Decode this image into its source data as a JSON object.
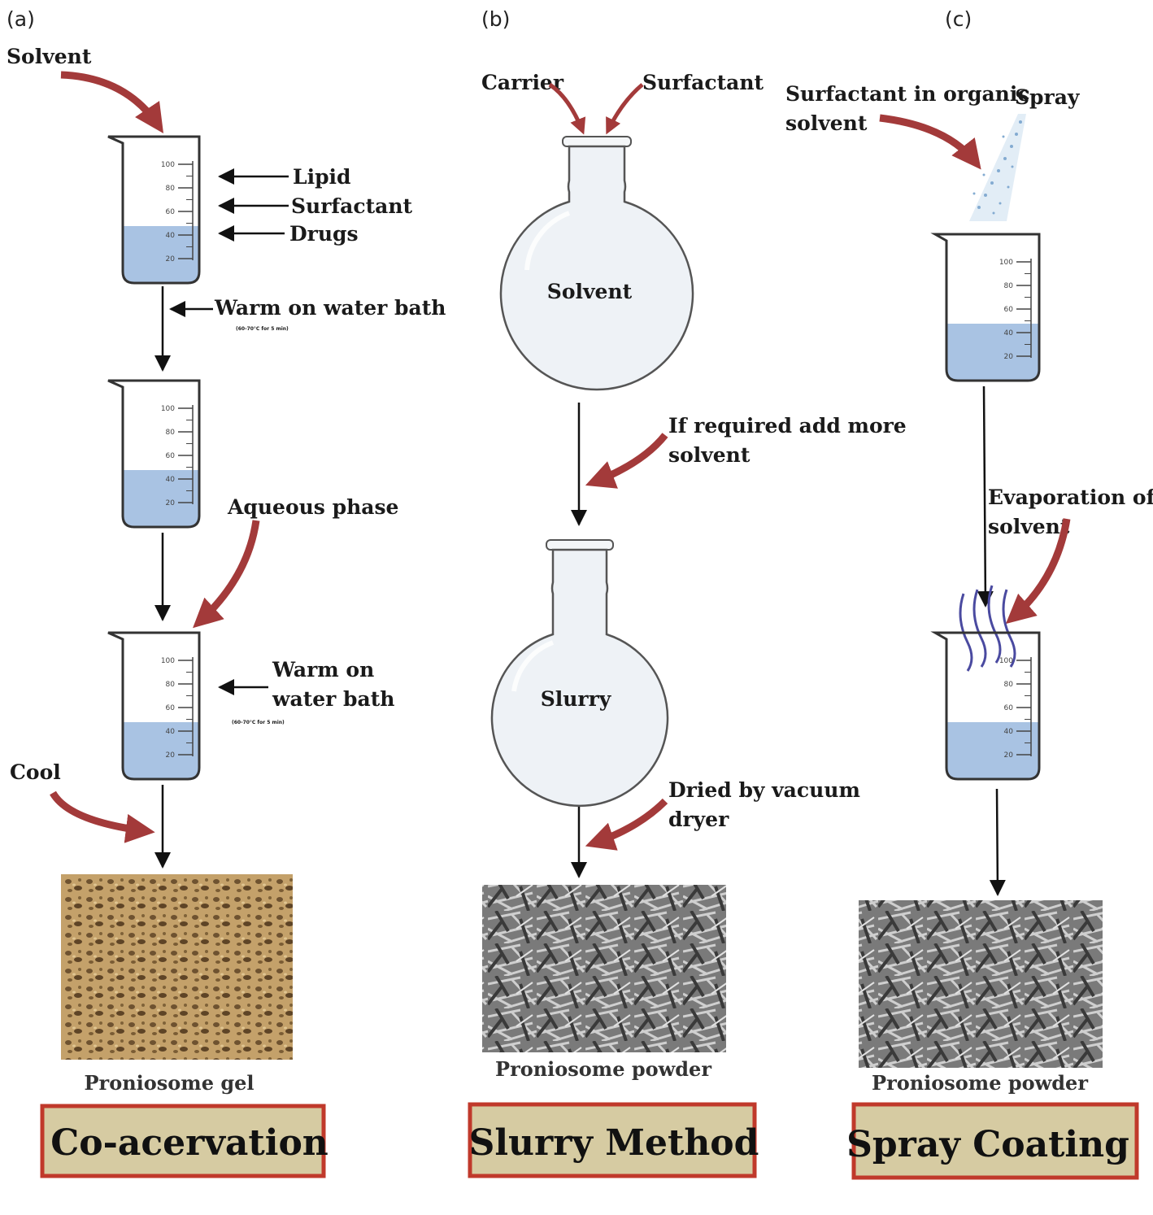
{
  "panels": [
    {
      "letter": "(a)",
      "labels": {
        "solvent": "Solvent",
        "lipid": "Lipid",
        "surfactant": "Surfactant",
        "drugs": "Drugs",
        "warm1": "Warm on water bath",
        "warm1_note": "(60-70°C for 5 min)",
        "aqueous": "Aqueous phase",
        "warm2_line1": "Warm on",
        "warm2_line2": "water bath",
        "warm2_note": "(60-70°C for 5 min)",
        "cool": "Cool"
      },
      "product": "Proniosome gel",
      "method": "Co-acervation"
    },
    {
      "letter": "(b)",
      "labels": {
        "carrier": "Carrier",
        "surfactant": "Surfactant",
        "flask1": "Solvent",
        "more_line1": "If required add more",
        "more_line2": "solvent",
        "flask2": "Slurry",
        "dried_line1": "Dried by vacuum",
        "dried_line2": "dryer"
      },
      "product": "Proniosome powder",
      "method": "Slurry Method"
    },
    {
      "letter": "(c)",
      "labels": {
        "surf_line1": "Surfactant in organic",
        "surf_line2": "solvent",
        "spray": "Spray",
        "evap_line1": "Evaporation of",
        "evap_line2": "solvent"
      },
      "product": "Proniosome powder",
      "method": "Spray Coating"
    }
  ],
  "beaker_ticks": [
    "100",
    "80",
    "60",
    "40",
    "20"
  ],
  "colors": {
    "red_arrow": "#a33a3a",
    "liquid": "#a9c3e3",
    "method_box": "#d6cba2",
    "method_border": "#c0392b",
    "gel": "#b9955e",
    "sem": "#6d6d6d",
    "steam": "#4a4aa0"
  }
}
